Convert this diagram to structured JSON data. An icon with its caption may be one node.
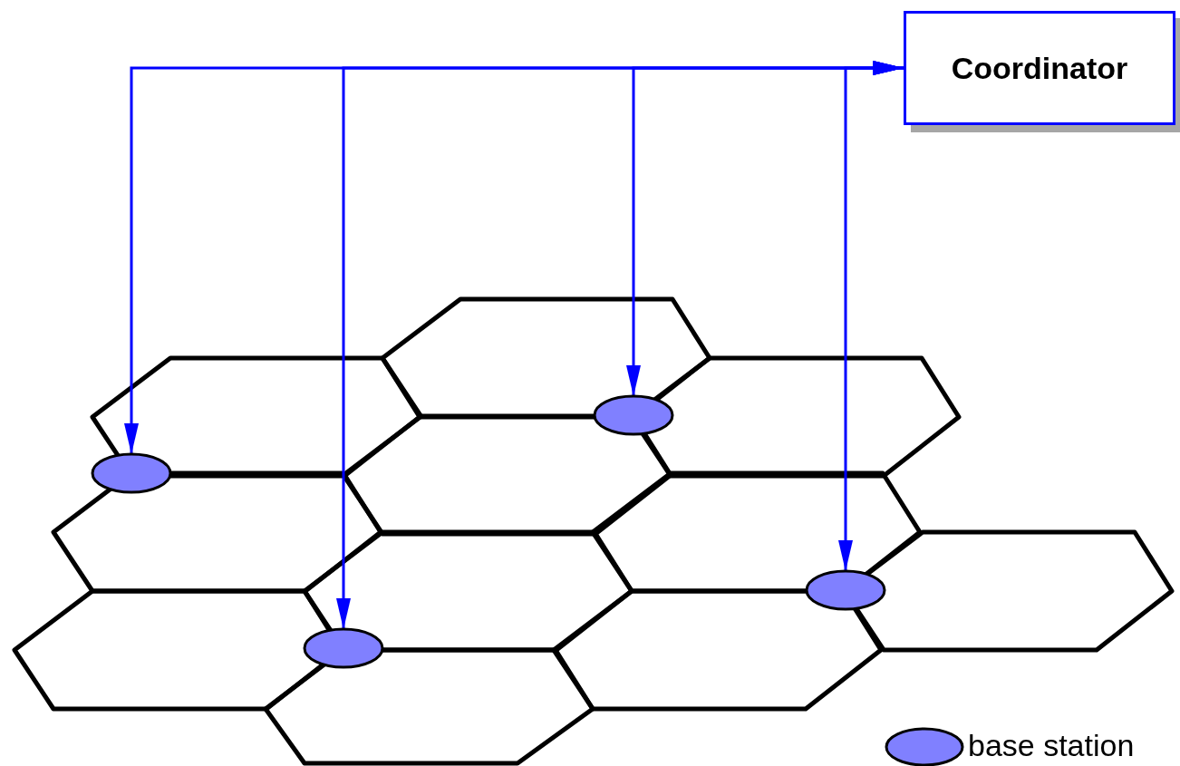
{
  "diagram": {
    "nodes": [
      {
        "text": [
          "Coordinator"
        ]
      },
      {
        "text": [],
        "shape": "ellipse"
      },
      {
        "text": [],
        "shape": "ellipse"
      },
      {
        "text": [],
        "shape": "ellipse"
      },
      {
        "text": [],
        "shape": "ellipse"
      }
    ],
    "edges": [
      {
        "from": 0,
        "to": 1,
        "arrow": "both"
      },
      {
        "from": 0,
        "to": 2,
        "arrow": "both"
      },
      {
        "from": 0,
        "to": 3,
        "arrow": "both"
      },
      {
        "from": 0,
        "to": 4,
        "arrow": "both"
      }
    ],
    "legend": [
      {
        "text": "base station"
      }
    ]
  }
}
